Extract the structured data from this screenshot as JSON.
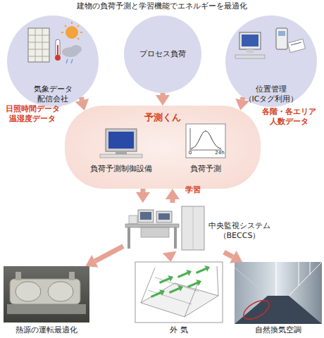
{
  "diagram": {
    "title": "建物の負荷予測と学習機能でエネルギーを最適化",
    "nodes": [
      {
        "text": [
          "気象データ 配信会社"
        ]
      },
      {
        "text": [
          "プロセス負荷"
        ]
      },
      {
        "text": [
          "位置管理 （ICタグ利用）"
        ]
      },
      {
        "text": [
          "予測くん"
        ]
      },
      {
        "text": [
          "負荷予測制御設備"
        ],
        "in": 3
      },
      {
        "text": [
          "負荷予測"
        ],
        "in": 3
      },
      {
        "text": [
          "中央監視システム （BECCS）"
        ]
      },
      {
        "text": [
          "熱源の運転最適化"
        ]
      },
      {
        "text": [
          "外 気"
        ]
      },
      {
        "text": [
          "自然換気空調"
        ]
      }
    ],
    "edges": [
      {
        "from": 0,
        "to": 3,
        "label": "日照時間データ 温湿度データ",
        "arrow": "to"
      },
      {
        "from": 1,
        "to": 3,
        "arrow": "to"
      },
      {
        "from": 2,
        "to": 3,
        "label": "各階・各エリア 人数データ",
        "arrow": "to"
      },
      {
        "from": 3,
        "to": 6,
        "arrow": "to"
      },
      {
        "from": 6,
        "to": 3,
        "label": "学習",
        "arrow": "to"
      },
      {
        "from": 6,
        "to": 7,
        "arrow": "to"
      },
      {
        "from": 6,
        "to": 8,
        "arrow": "to"
      },
      {
        "from": 6,
        "to": 9,
        "arrow": "to"
      }
    ],
    "labels": [
      "0",
      "24h"
    ]
  }
}
